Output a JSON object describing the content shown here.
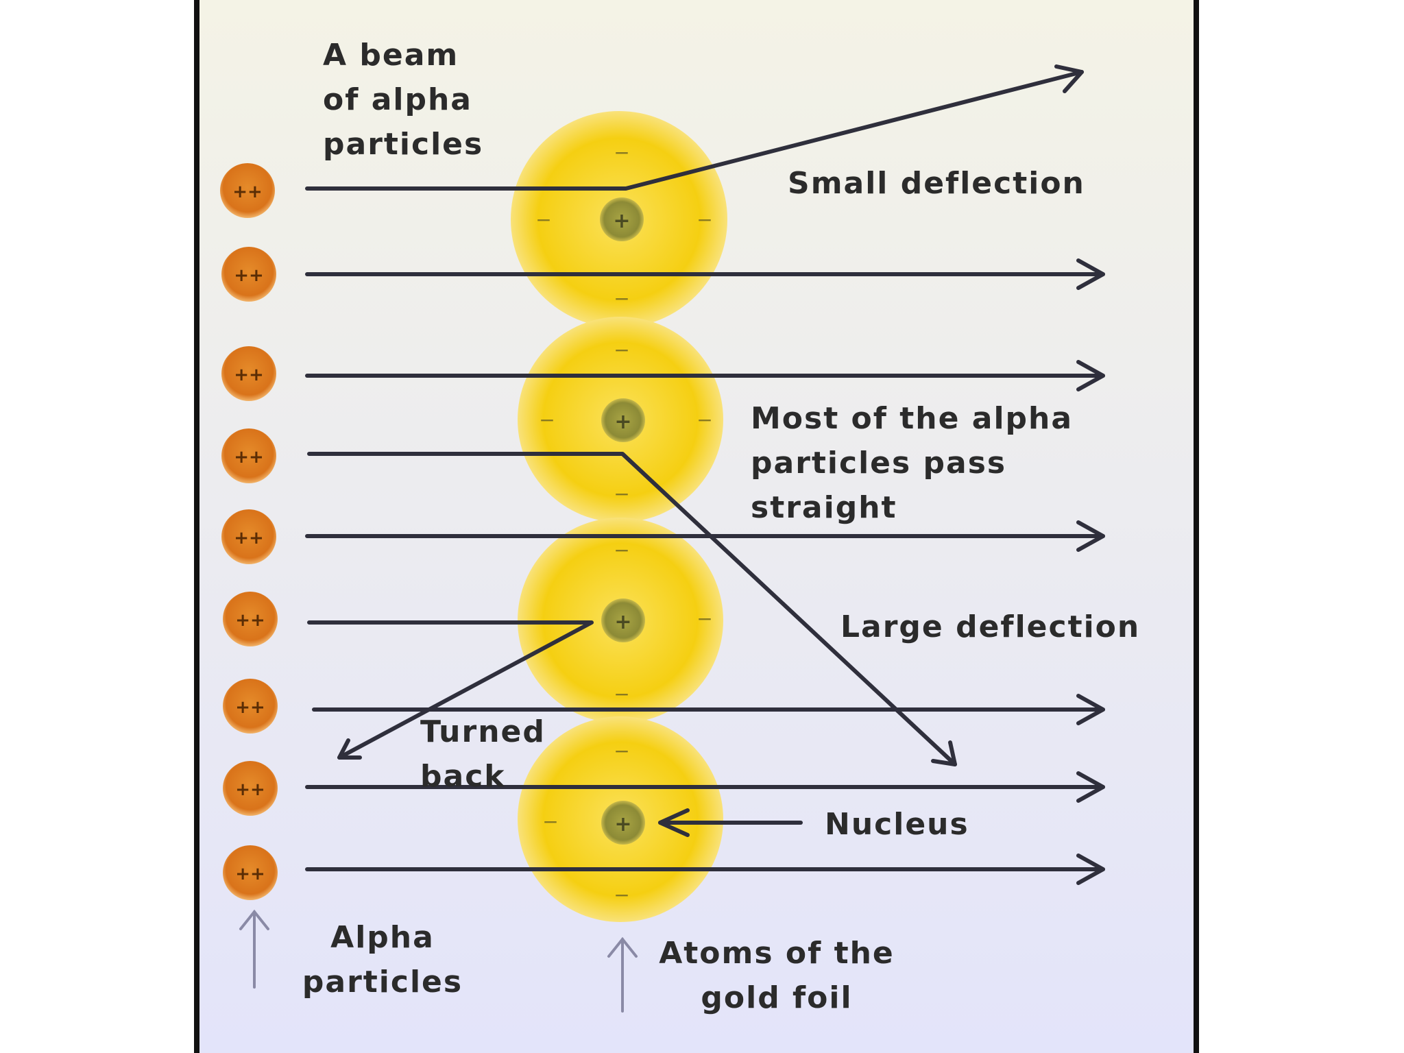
{
  "diagram": {
    "labels": {
      "beam": "A beam\nof alpha\nparticles",
      "small_deflection": "Small deflection",
      "most_pass": "Most of the alpha\nparticles pass\nstraight",
      "large_deflection": "Large deflection",
      "turned_back": "Turned\nback",
      "nucleus": "Nucleus",
      "alpha_particles": "Alpha\nparticles",
      "atoms_gold_foil": "Atoms of the\ngold foil"
    },
    "alpha_particle_charge": "++",
    "nucleus_charge": "+",
    "electron_charge": "−",
    "alpha_particle_count": 9,
    "gold_atom_count": 4,
    "colors": {
      "background_top": "#f4f3e6",
      "background_bottom": "#e3e4fa",
      "frame_border": "#111111",
      "gold_atom": "#f7d21a",
      "alpha_particle": "#e0821e",
      "nucleus": "#9b9a3e",
      "trajectory": "#2f2f3c",
      "text": "#2b2b2b"
    }
  }
}
